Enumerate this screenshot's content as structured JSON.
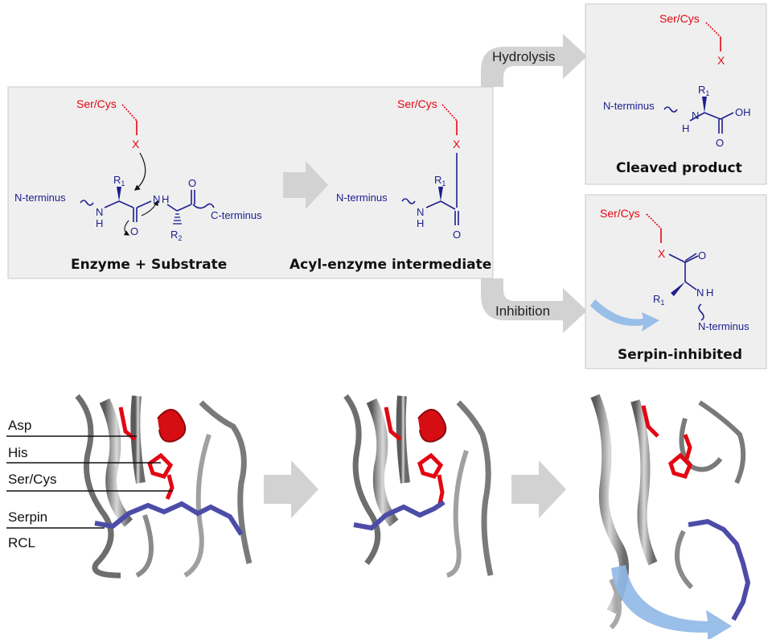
{
  "scheme": {
    "labels": {
      "ser_cys": "Ser/Cys",
      "x": "X",
      "n_terminus": "N-terminus",
      "c_terminus": "C-terminus",
      "nh_n": "N",
      "nh_h": "H",
      "o": "O",
      "oh": "OH",
      "r": "R",
      "r1_sub": "1",
      "r2_sub": "2"
    },
    "panels": {
      "enzyme_substrate": "Enzyme + Substrate",
      "acyl_enzyme": "Acyl-enzyme intermediate",
      "cleaved_product": "Cleaved product",
      "serpin_inhibited": "Serpin-inhibited"
    },
    "arrows": {
      "hydrolysis": "Hydrolysis",
      "inhibition": "Inhibition"
    }
  },
  "structures": {
    "labels": {
      "asp": "Asp",
      "his": "His",
      "ser_cys": "Ser/Cys",
      "serpin": "Serpin",
      "rcl": "RCL"
    }
  },
  "colors": {
    "catalytic": "#e30613",
    "substrate": "#1d1d8f",
    "panel_bg": "#efefef",
    "arrow": "#d2d2d2",
    "curved_arrow": "#8fb8e6",
    "ribbon": "#8a8a8a",
    "rcl_sticks": "#4c4ca8"
  }
}
